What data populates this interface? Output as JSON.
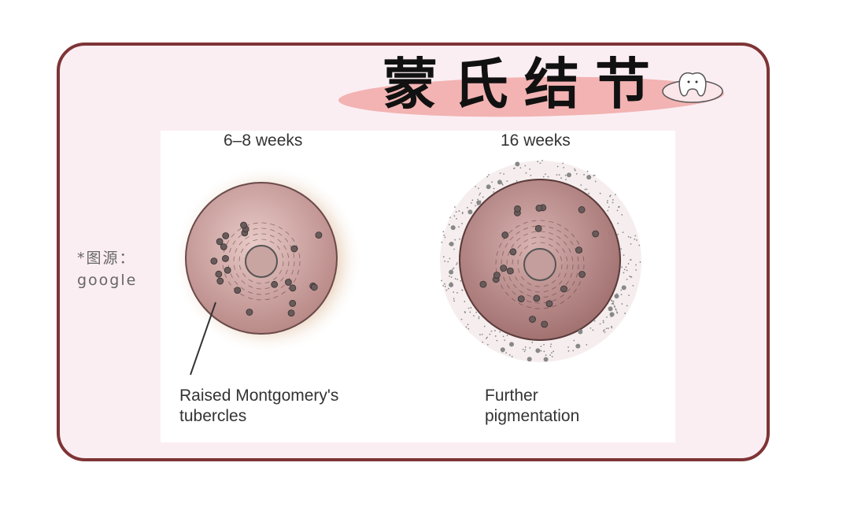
{
  "title": "蒙氏结节",
  "source": {
    "line1": "*图源：",
    "line2": "google"
  },
  "figure": {
    "left_heading": "6–8 weeks",
    "right_heading": "16 weeks",
    "left_caption_1": "Raised Montgomery's",
    "left_caption_2": "tubercles",
    "right_caption_1": "Further",
    "right_caption_2": "pigmentation"
  },
  "colors": {
    "border": "#7e3436",
    "card": "#fbeef3",
    "highlight": "#f2b3b2"
  }
}
